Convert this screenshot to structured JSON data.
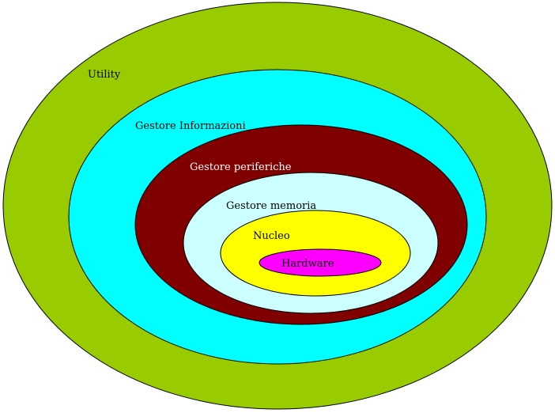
{
  "diagram": {
    "layers": [
      {
        "key": "utility",
        "label": "Utility",
        "fill": "#99cc00",
        "text_color": "#000000"
      },
      {
        "key": "informazioni",
        "label": "Gestore Informazioni",
        "fill": "#00ffff",
        "text_color": "#000000"
      },
      {
        "key": "periferiche",
        "label": "Gestore periferiche",
        "fill": "#800000",
        "text_color": "#ffffff"
      },
      {
        "key": "memoria",
        "label": "Gestore memoria",
        "fill": "#ccffff",
        "text_color": "#000000"
      },
      {
        "key": "nucleo",
        "label": "Nucleo",
        "fill": "#ffff00",
        "text_color": "#000000"
      },
      {
        "key": "hardware",
        "label": "Hardware",
        "fill": "#ff00ff",
        "text_color": "#000000"
      }
    ]
  }
}
